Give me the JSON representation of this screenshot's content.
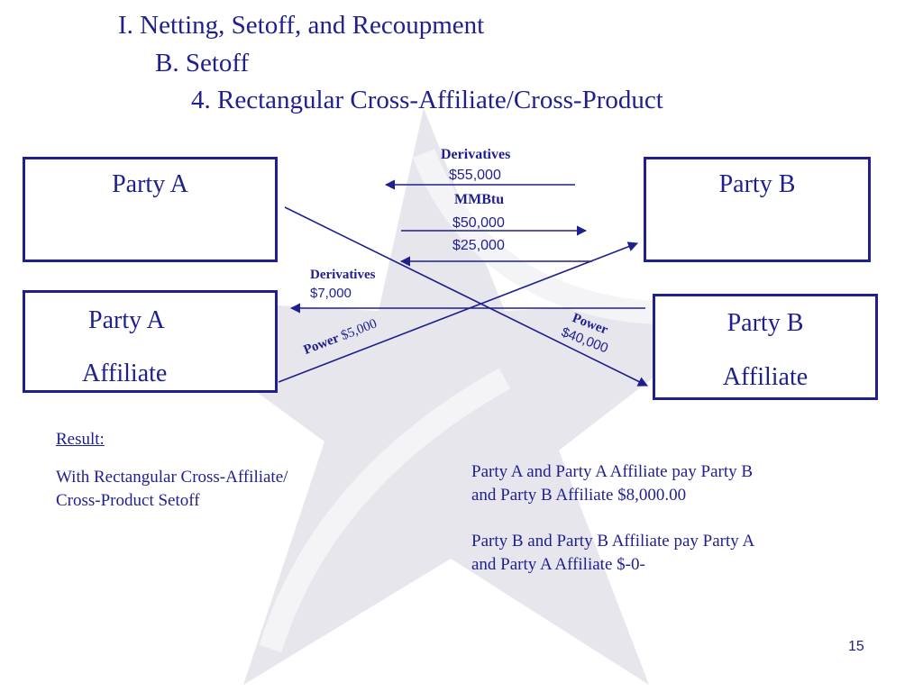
{
  "headings": {
    "level1": "I.  Netting, Setoff, and Recoupment",
    "level2": "B. Setoff",
    "level3": "4.  Rectangular Cross-Affiliate/Cross-Product"
  },
  "boxes": {
    "party_a": "Party A",
    "party_b": "Party B",
    "party_a_affiliate_line1": "Party A",
    "party_a_affiliate_line2": "Affiliate",
    "party_b_affiliate_line1": "Party B",
    "party_b_affiliate_line2": "Affiliate"
  },
  "flows": {
    "derivatives_top_label": "Derivatives",
    "derivatives_top_amount": "$55,000",
    "mmbtu_label": "MMBtu",
    "mmbtu_amount_1": "$50,000",
    "mmbtu_amount_2": "$25,000",
    "derivatives_mid_label": "Derivatives",
    "derivatives_mid_amount": "$7,000",
    "power_left_label": "Power",
    "power_left_amount": "$5,000",
    "power_right_label": "Power",
    "power_right_amount": "$40,000"
  },
  "result": {
    "heading": "Result:",
    "line1": "With Rectangular Cross-Affiliate/",
    "line2": "Cross-Product Setoff"
  },
  "summary": {
    "p1_line1": "Party A and Party A Affiliate pay Party B",
    "p1_line2": "and Party B Affiliate $8,000.00",
    "p2_line1": "Party B and Party B Affiliate pay Party A",
    "p2_line2": "and Party A Affiliate $-0-"
  },
  "slide_number": "15",
  "colors": {
    "text": "#1f1f8f",
    "watermark": "#e4e4ea"
  }
}
